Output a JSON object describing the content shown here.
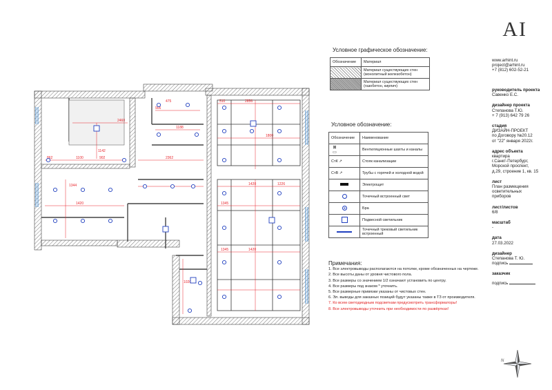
{
  "logo": "AI",
  "contacts": {
    "site": "www.arhint.ru",
    "email": "project@arhint.ru",
    "phone": "+7 (812) 602-52-21"
  },
  "titleblock": {
    "lead_h": "руководитель проекта",
    "lead_v": "Савенко Е.С.",
    "designer_h": "дизайнер проекта",
    "designer_v1": "Степанова Т.Ю.",
    "designer_v2": "+ 7 (913) 642 79 26",
    "stage_h": "стадия",
    "stage_v1": "ДИЗАЙН-ПРОЕКТ",
    "stage_v2": "по Договору №20.12",
    "stage_v3": "от \"22\" января 2022г.",
    "address_h": "адрес объекта",
    "address_v1": "квартира",
    "address_v2": "г.Санкт-Петербург,",
    "address_v3": "Морской проспект,",
    "address_v4": "д.29, строение 1, кв. 15",
    "sheet_h": "лист",
    "sheet_v1": "План размещения",
    "sheet_v2": "осветительных",
    "sheet_v3": "приборов",
    "sheets_h": "лист/листов",
    "sheets_v": "6/8",
    "scale_h": "масштаб",
    "scale_v": "-",
    "date_h": "дата",
    "date_v": "27.03.2022",
    "desg_h": "дизайнер",
    "desg_v": "Степанова Т. Ю.",
    "desg_sign": "подпись",
    "customer_h": "заказчик",
    "customer_sign": "подпись"
  },
  "legend1": {
    "title": "Условное графическое обозначение:",
    "col1": "Обозначение",
    "col2": "Материал",
    "row1": "Материал существующих стен (монолитный железобетон)",
    "row2": "Материал существующих стен (газобетон, кирпич)"
  },
  "legend2": {
    "title": "Условное обозначение:",
    "col1": "Обозначение",
    "col2": "Наименование",
    "r1": "Вентиляционные шахты и каналы",
    "r2_sym": "СтК",
    "r2": "Стояк канализации",
    "r3_sym": "СтВ",
    "r3": "Трубы с горячей и холодной водой",
    "r4": "Электрощит",
    "r5": "Точечный встроенный свет",
    "r6": "Бра",
    "r7": "Подвесной светильник",
    "r8": "Точечный трековый светильник встроенный"
  },
  "notes": {
    "title": "Примечания:",
    "n1": "1. Все электровыводы располагаются на потолке, кроме обозначенных на чертеже.",
    "n2": "2. Все высоты даны от уровня чистового пола.",
    "n3": "3. Все размеры со значением 1/2 означают установить по центру.",
    "n4": "4. Все размеры под знаком * уточнить.",
    "n5": "5. Все размерные привязки указаны от чистовых стен.",
    "n6": "6. Эл. выводы для заказных позиций будут указаны также в ТЗ от производителя.",
    "n7": "7. Ко всем светодиодным подсветкам предусмотреть трансформаторы!",
    "n8": "8. Все электровыводы уточнить при необходимости по развёртках!"
  },
  "plan_dims": {
    "d1": "2460",
    "d2": "906",
    "d3": "1188",
    "d4": "2856",
    "d5": "1800",
    "d6": "1100",
    "d7": "902",
    "d8": "2362",
    "d9": "1420",
    "d10": "1226",
    "d11": "1344",
    "d12": "1420",
    "d13": "1345",
    "d14": "1020",
    "d15": "1420",
    "d16": "1345",
    "d17": "475",
    "d18": "1142",
    "d19": "862",
    "d20": "510"
  },
  "compass_n": "N",
  "colors": {
    "dim": "#e8232a",
    "light": "#1f3fbf",
    "wall": "#5a5a5a"
  }
}
